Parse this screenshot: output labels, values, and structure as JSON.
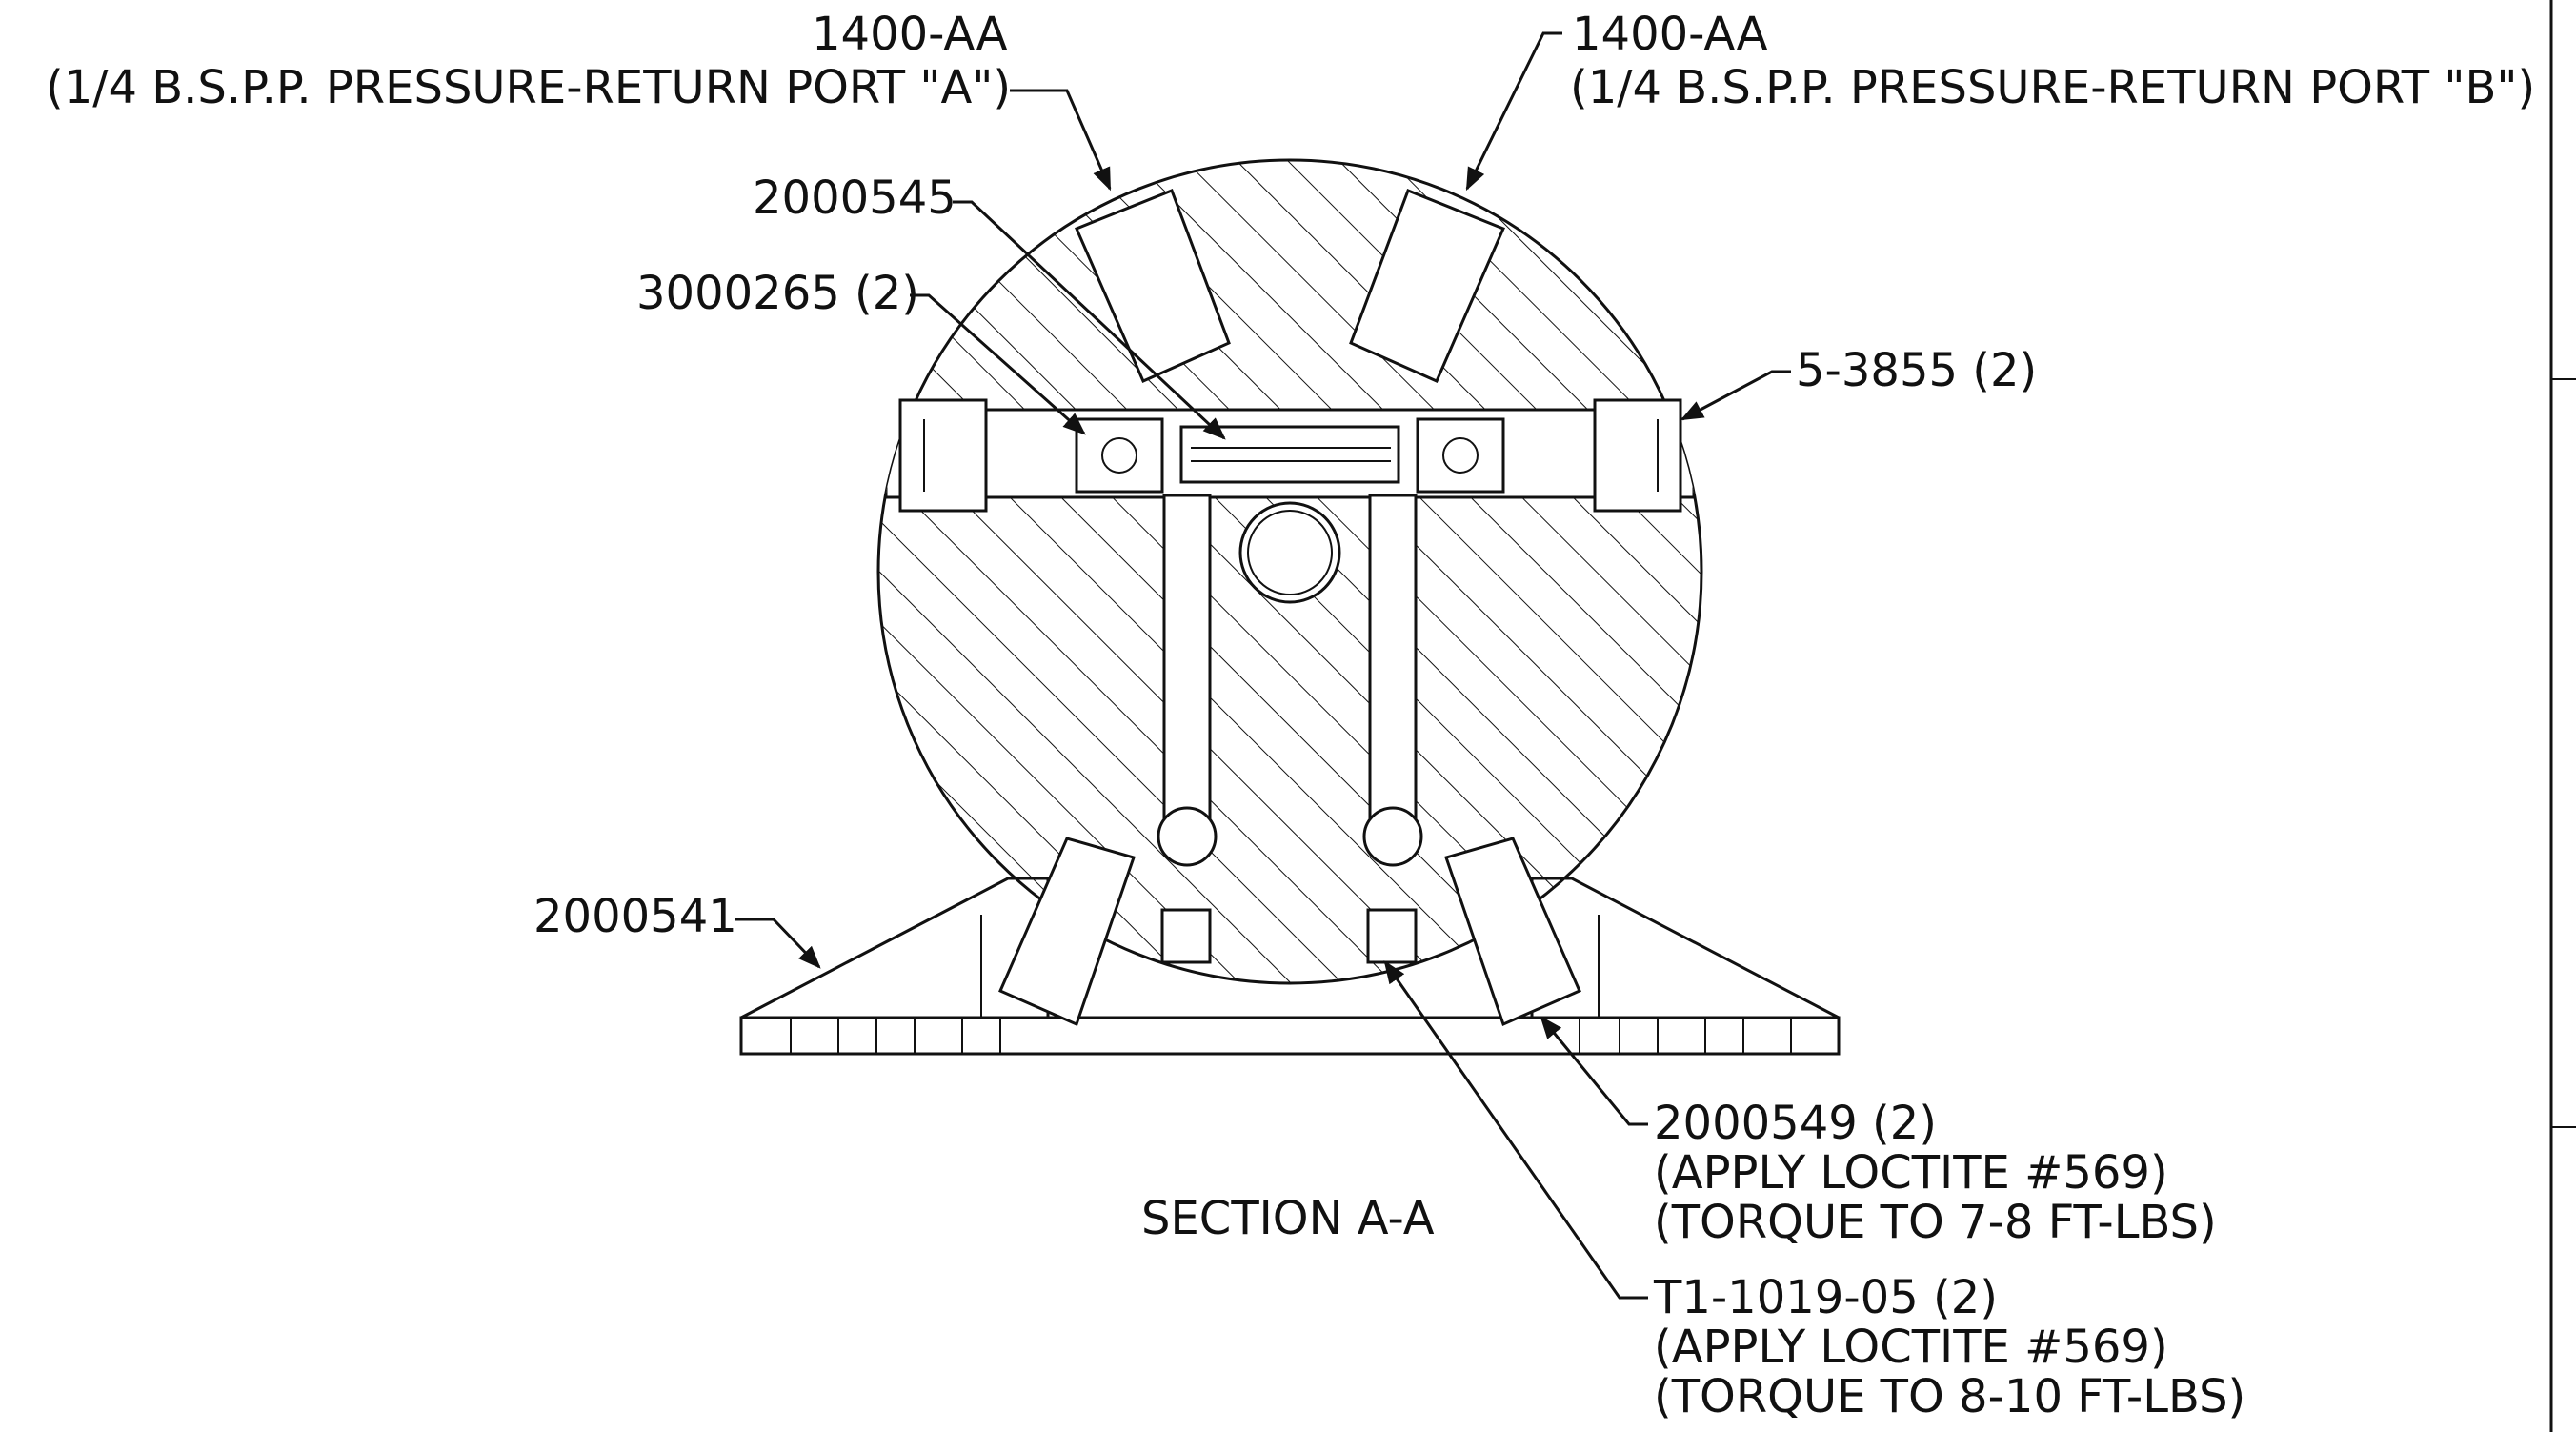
{
  "section_title": "SECTION A-A",
  "callouts": {
    "port_a": {
      "part": "1400-AA",
      "desc": "(1/4 B.S.P.P. PRESSURE-RETURN PORT \"A\")"
    },
    "port_b": {
      "part": "1400-AA",
      "desc": "(1/4 B.S.P.P. PRESSURE-RETURN PORT \"B\")"
    },
    "c2000545": {
      "part": "2000545"
    },
    "c3000265": {
      "part": "3000265 (2)"
    },
    "c53855": {
      "part": "5-3855 (2)"
    },
    "c2000541": {
      "part": "2000541"
    },
    "c2000549": {
      "part": "2000549 (2)",
      "note1": "(APPLY LOCTITE #569)",
      "note2": "(TORQUE TO 7-8 FT-LBS)"
    },
    "ct1": {
      "part": "T1-1019-05 (2)",
      "note1": "(APPLY LOCTITE #569)",
      "note2": "(TORQUE TO 8-10 FT-LBS)"
    }
  },
  "colors": {
    "line": "#111111",
    "background": "#ffffff"
  }
}
